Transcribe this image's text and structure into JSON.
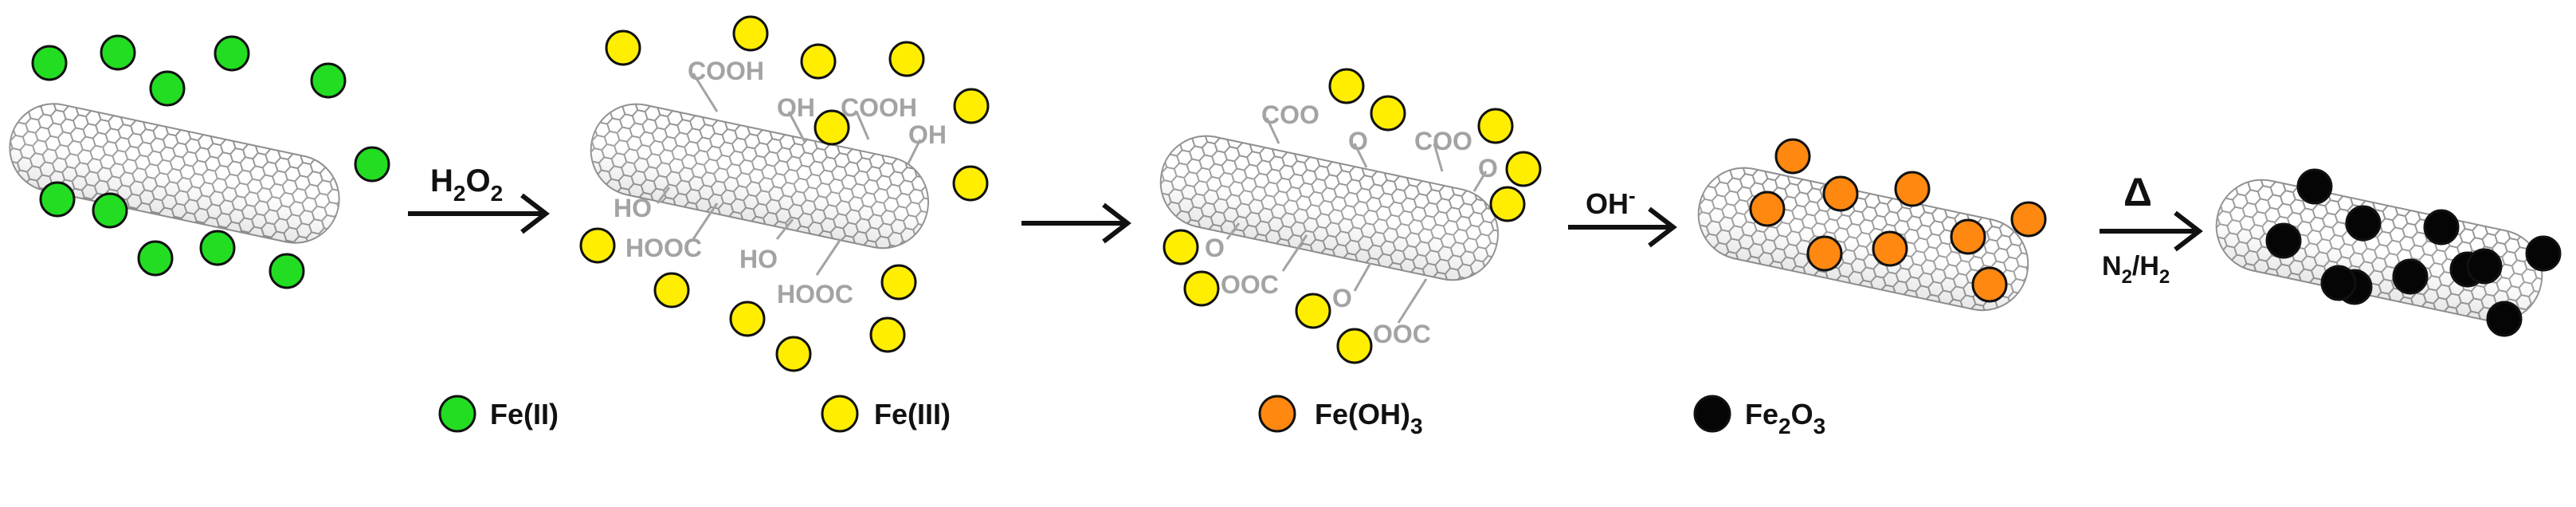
{
  "colors": {
    "fe2": "#22dd22",
    "fe3": "#ffee00",
    "feoh3": "#ff8811",
    "fe2o3": "#050505",
    "tube_line": "#9a9a9a",
    "group_text": "#a3a3a3"
  },
  "groups": {
    "cooh": "COOH",
    "oh": "OH",
    "ho": "HO",
    "hooc": "HOOC",
    "coo": "COO",
    "o": "O",
    "ooc": "OOC"
  },
  "arrows": {
    "a1_top_main": "H",
    "a1_top_sub1": "2",
    "a1_top_mid": "O",
    "a1_top_sub2": "2",
    "a3_top_main": "OH",
    "a3_top_sup": "-",
    "a4_top": "Δ",
    "a4_bottom_n": "N",
    "a4_bottom_sub1": "2",
    "a4_bottom_slash": "/H",
    "a4_bottom_sub2": "2"
  },
  "legend": [
    {
      "key": "fe2",
      "label": "Fe(II)"
    },
    {
      "key": "fe3",
      "label": "Fe(III)"
    },
    {
      "key": "feoh3",
      "label": "Fe(OH)",
      "sub": "3"
    },
    {
      "key": "fe2o3",
      "label": "Fe",
      "sub": "2",
      "label2": "O",
      "sub2": "3"
    }
  ]
}
